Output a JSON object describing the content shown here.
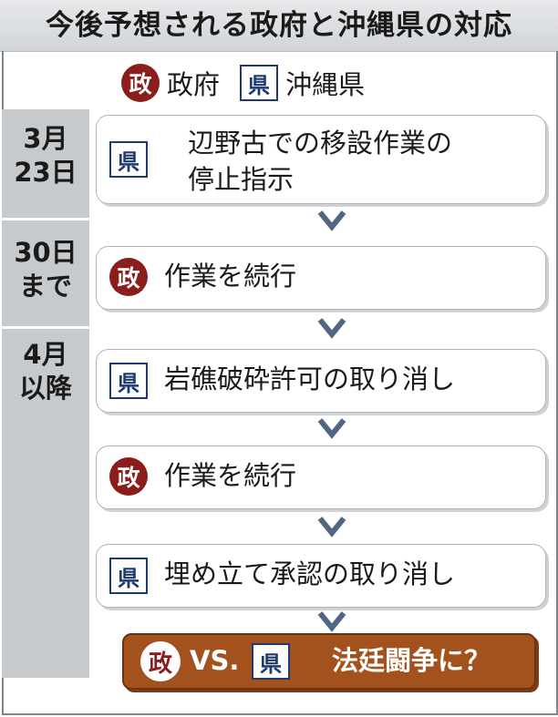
{
  "title": "今後予想される政府と沖縄県の対応",
  "legend": {
    "government_icon": "政",
    "government_label": "政府",
    "prefecture_icon": "県",
    "prefecture_label": "沖縄県"
  },
  "timeline": [
    {
      "lines": [
        "3月",
        "23日"
      ]
    },
    {
      "lines": [
        "30日",
        "まで"
      ]
    },
    {
      "lines": [
        "4月",
        "以降"
      ]
    }
  ],
  "steps": [
    {
      "actor_icon": "県",
      "lines": [
        "辺野古での移設作業の",
        "停止指示"
      ]
    },
    {
      "actor_icon": "政",
      "lines": [
        "作業を続行"
      ]
    },
    {
      "actor_icon": "県",
      "lines": [
        "岩礁破砕許可の取り消し"
      ]
    },
    {
      "actor_icon": "政",
      "lines": [
        "作業を続行"
      ]
    },
    {
      "actor_icon": "県",
      "lines": [
        "埋め立て承認の取り消し"
      ]
    }
  ],
  "result": {
    "left_icon": "政",
    "vs_label": "VS.",
    "right_icon": "県",
    "text": "法廷闘争に？"
  },
  "colors": {
    "government_seal": "#8c1d1d",
    "prefecture_box": "#1e3a6e",
    "arrow": "#4f6684",
    "timeline_band": "#c7cacd",
    "result_fill": "#a3521d"
  }
}
